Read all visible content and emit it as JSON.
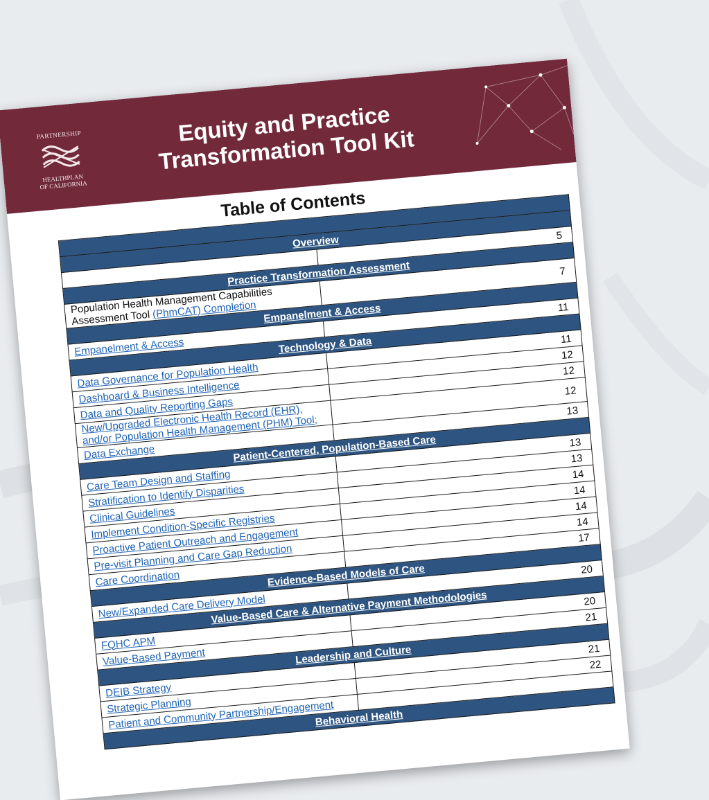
{
  "header": {
    "title_line1": "Equity and Practice",
    "title_line2": "Transformation Tool Kit",
    "logo": {
      "top": "PARTNERSHIP",
      "bottom1": "HEALTHPLAN",
      "bottom2": "OF CALIFORNIA"
    }
  },
  "toc": {
    "title": "Table of Contents",
    "overview": {
      "label": "Overview",
      "page": "5"
    },
    "pta": {
      "label": "Practice Transformation Assessment",
      "item_text": "Population Health Management Capabilities Assessment Tool ",
      "item_link": "(PhmCAT) Completion",
      "page": "7"
    },
    "sections": [
      {
        "label": "Empanelment & Access",
        "items": [
          {
            "label": "Empanelment & Access",
            "page": "11"
          }
        ]
      },
      {
        "label": "Technology & Data",
        "items": [
          {
            "label": "Data Governance for Population Health",
            "page": "11"
          },
          {
            "label": "Dashboard & Business Intelligence",
            "page": "12"
          },
          {
            "label": "Data and Quality Reporting Gaps",
            "page": "12"
          },
          {
            "label": "New/Upgraded Electronic Health Record (EHR), and/or Population Health Management (PHM) Tool;",
            "page": "12"
          },
          {
            "label": "Data Exchange",
            "page": "13"
          }
        ]
      },
      {
        "label": "Patient-Centered, Population-Based Care",
        "items": [
          {
            "label": "Care Team Design and Staffing",
            "page": "13"
          },
          {
            "label": "Stratification to Identify Disparities",
            "page": "13"
          },
          {
            "label": "Clinical Guidelines",
            "page": "14"
          },
          {
            "label": "Implement Condition-Specific Registries",
            "page": "14"
          },
          {
            "label": "Proactive Patient Outreach and Engagement",
            "page": "14"
          },
          {
            "label": "Pre-visit Planning and Care Gap Reduction",
            "page": "14"
          },
          {
            "label": "Care Coordination",
            "page": "17"
          }
        ]
      },
      {
        "label": "Evidence-Based Models of Care",
        "items": [
          {
            "label": "New/Expanded Care Delivery Model",
            "page": "20"
          }
        ]
      },
      {
        "label": "Value-Based Care & Alternative Payment Methodologies",
        "items": [
          {
            "label": "FQHC APM",
            "page": "20"
          },
          {
            "label": "Value-Based Payment",
            "page": "21"
          }
        ]
      },
      {
        "label": "Leadership and Culture",
        "items": [
          {
            "label": "DEIB Strategy",
            "page": "21"
          },
          {
            "label": "Strategic Planning",
            "page": "22"
          },
          {
            "label": "Patient and Community Partnership/Engagement",
            "page": ""
          }
        ]
      },
      {
        "label": "Behavioral Health",
        "items": []
      }
    ]
  }
}
